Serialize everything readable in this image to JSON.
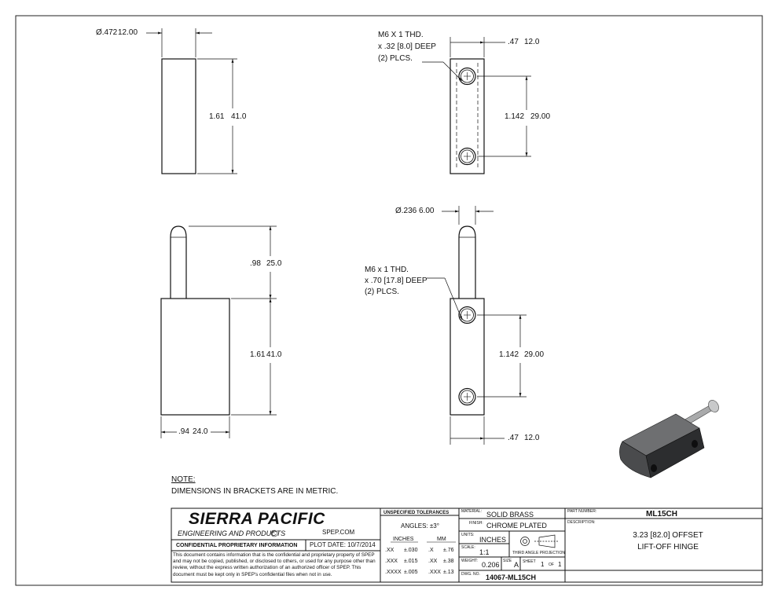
{
  "drawing": {
    "views": {
      "top_left": {
        "diameter": "Ø.472",
        "diameter_mm": "12.00",
        "length": "1.61",
        "length_mm": "41.0"
      },
      "top_right": {
        "note_line1": "M6 X 1 THD.",
        "note_line2": "x .32 [8.0] DEEP",
        "note_line3": "(2) PLCS.",
        "width": ".47",
        "width_mm": "12.0",
        "spacing": "1.142",
        "spacing_mm": "29.00"
      },
      "bottom_left": {
        "pin_length": ".98",
        "pin_length_mm": "25.0",
        "body_length": "1.61",
        "body_length_mm": "41.0",
        "width": ".94",
        "width_mm": "24.0"
      },
      "bottom_right": {
        "diameter": "Ø.236",
        "diameter_mm": "6.00",
        "note_line1": "M6 x 1 THD.",
        "note_line2": "x .70 [17.8] DEEP",
        "note_line3": "(2) PLCS.",
        "spacing": "1.142",
        "spacing_mm": "29.00",
        "width": ".47",
        "width_mm": "12.0"
      }
    },
    "isometric_icon": "hinge-3d-render"
  },
  "note": {
    "title": "NOTE:",
    "text": "DIMENSIONS IN BRACKETS ARE IN METRIC."
  },
  "title_block": {
    "company": "SIERRA PACIFIC",
    "company_sub": "ENGINEERING AND PRODUCTS",
    "registered_mark": "R",
    "website": "SPEP.COM",
    "confidential_title": "CONFIDENTIAL PROPRIETARY INFORMATION",
    "plot_date": "PLOT DATE: 10/7/2014",
    "confidential_text": "This document contains information that is the confidential and proprietary property of SPEP and may not be copied, published, or disclosed to others, or used for any purpose other than review, without the express written authorization of an authorized officer of SPEP. This document must be kept only in SPEP's confidential files when not in use.",
    "tolerances": {
      "title": "UNSPECIFIED TOLERANCES",
      "angles": "ANGLES: ±3°",
      "inches_header": "INCHES",
      "mm_header": "MM",
      "rows": [
        {
          "in_fmt": ".XX",
          "in_tol": "±.030",
          "mm_fmt": ".X",
          "mm_tol": "±.76"
        },
        {
          "in_fmt": ".XXX",
          "in_tol": "±.015",
          "mm_fmt": ".XX",
          "mm_tol": "±.38"
        },
        {
          "in_fmt": ".XXXX",
          "in_tol": "±.005",
          "mm_fmt": ".XXX",
          "mm_tol": "±.13"
        }
      ]
    },
    "material_label": "MATERIAL:",
    "material": "SOLID BRASS",
    "finish_label": "FINISH:",
    "finish": "CHROME PLATED",
    "units_label": "UNITS:",
    "units": "INCHES",
    "projection_label": "THIRD ANGLE PROJECTION",
    "scale_label": "SCALE:",
    "scale": "1:1",
    "weight_label": "WEIGHT:",
    "weight": "0.206",
    "size_label": "SIZE",
    "size": "A",
    "sheet_label": "SHEET",
    "sheet": "1",
    "of_label": "OF",
    "sheet_total": "1",
    "dwg_label": "DWG. NO.",
    "dwg_no": "14067-ML15CH",
    "part_number_label": "PART NUMBER:",
    "part_number": "ML15CH",
    "description_label": "DESCRIPTION:",
    "description_line1": "3.23 [82.0] OFFSET",
    "description_line2": "LIFT-OFF HINGE"
  }
}
